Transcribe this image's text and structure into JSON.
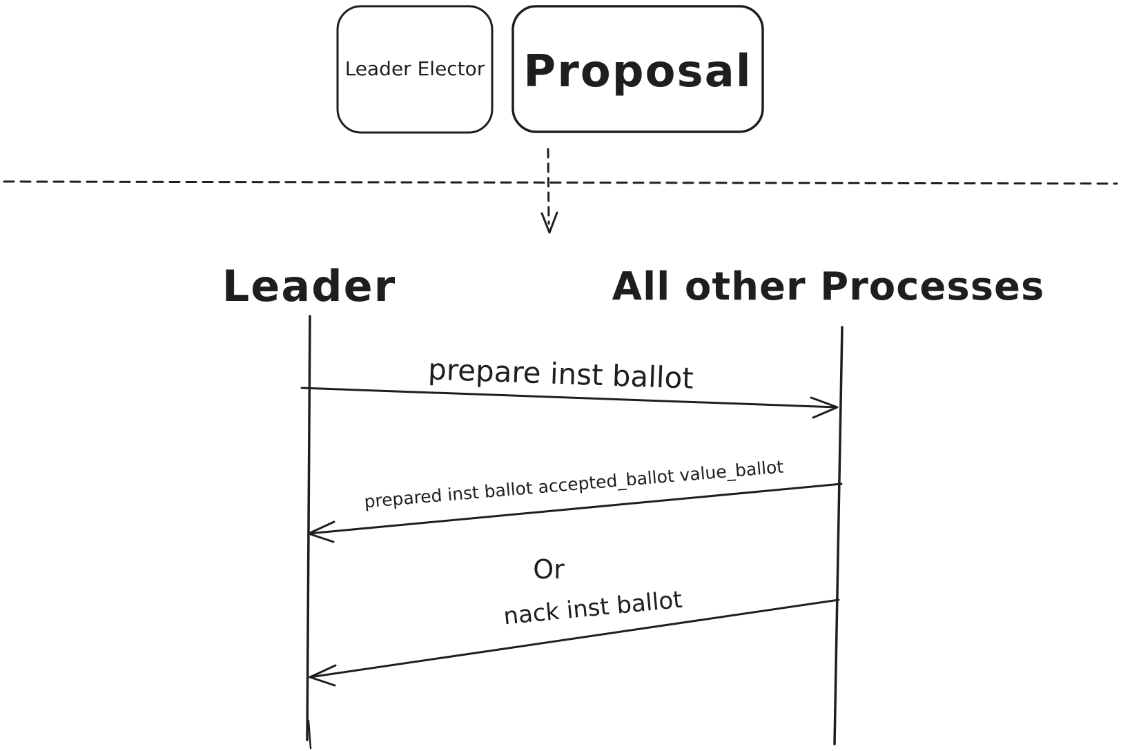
{
  "canvas": {
    "background": "#ffffff",
    "ink_color": "#1e1e1e"
  },
  "component_boxes": [
    {
      "label": "Leader Elector"
    },
    {
      "label": "Proposal"
    }
  ],
  "divider": {
    "style": "dashed-horizontal-line"
  },
  "flow_arrow": {
    "style": "dashed-down-arrow"
  },
  "sequence": {
    "actors": [
      {
        "label": "Leader"
      },
      {
        "label": "All other Processes"
      }
    ],
    "messages": [
      {
        "label": "prepare inst ballot",
        "direction": "left-to-right"
      },
      {
        "label": "prepared inst ballot accepted_ballot value_ballot",
        "direction": "right-to-left"
      },
      {
        "label": "Or",
        "direction": "none"
      },
      {
        "label": "nack inst ballot",
        "direction": "right-to-left"
      }
    ]
  }
}
